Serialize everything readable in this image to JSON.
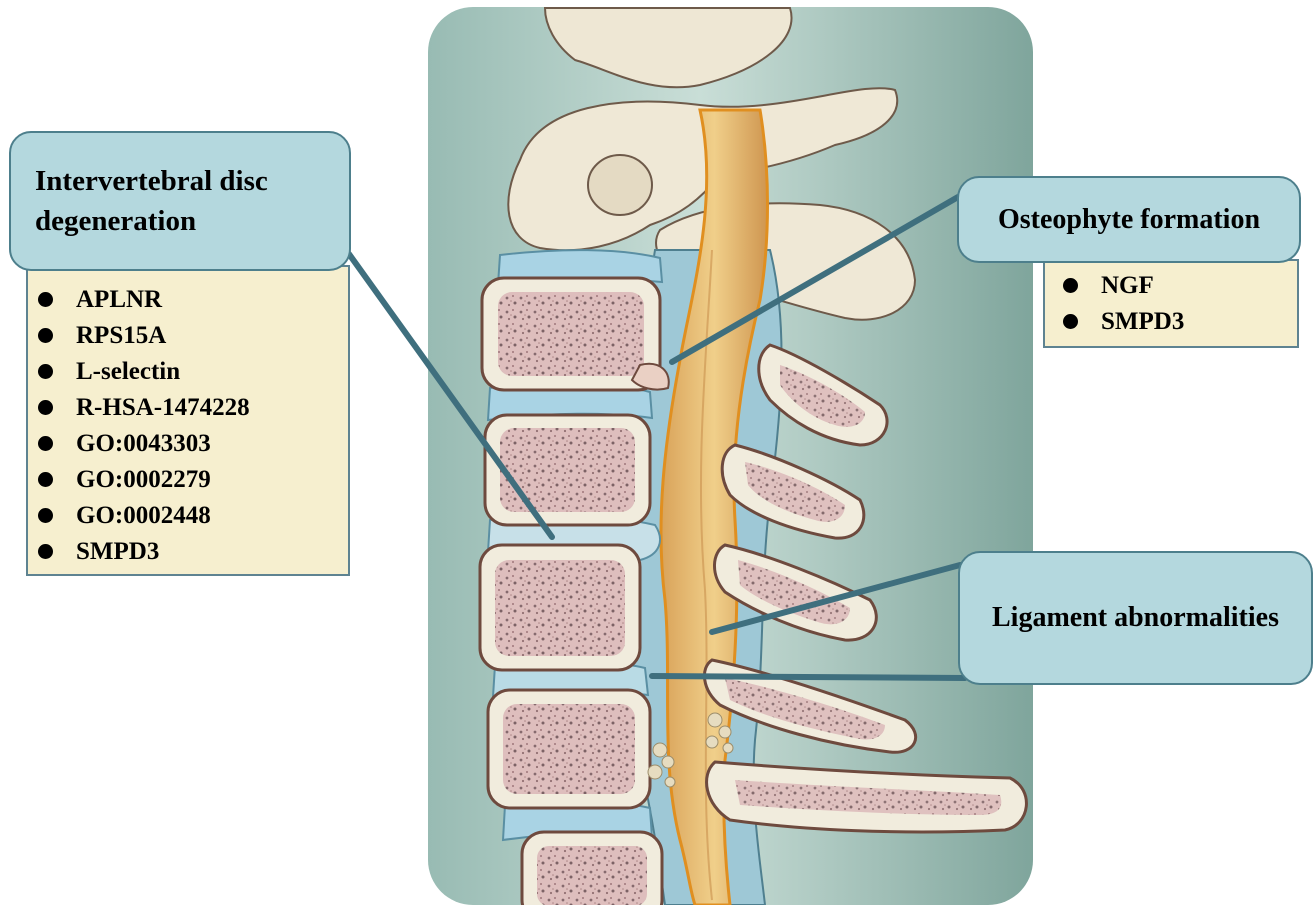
{
  "callouts": {
    "intervertebral": {
      "title_line1": "Intervertebral disc",
      "title_line2": "degeneration",
      "items": [
        "APLNR",
        "RPS15A",
        "L-selectin",
        "R-HSA-1474228",
        "GO:0043303",
        "GO:0002279",
        "GO:0002448",
        "SMPD3"
      ]
    },
    "osteophyte": {
      "title": "Osteophyte formation",
      "items": [
        "NGF",
        "SMPD3"
      ]
    },
    "ligament": {
      "title": "Ligament abnormalities"
    }
  },
  "colors": {
    "callout_fill": "#b4d8de",
    "callout_border": "#4d7f8c",
    "list_fill": "#f6efcf",
    "leader_line": "#3f6f7e",
    "bone": "#f1ecdd",
    "disc": "#a9d3e4",
    "spinal_cord": "#e3b96c",
    "background_panel": "#8fb5ad"
  }
}
